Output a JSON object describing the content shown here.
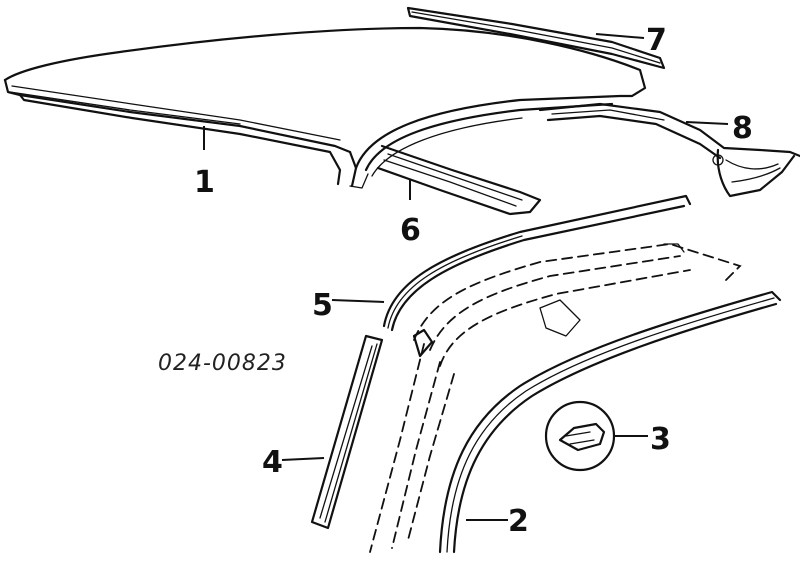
{
  "diagram": {
    "part_number": "024-00823",
    "callouts": [
      {
        "id": "c1",
        "label": "1"
      },
      {
        "id": "c2",
        "label": "2"
      },
      {
        "id": "c3",
        "label": "3"
      },
      {
        "id": "c4",
        "label": "4"
      },
      {
        "id": "c5",
        "label": "5"
      },
      {
        "id": "c6",
        "label": "6"
      },
      {
        "id": "c7",
        "label": "7"
      },
      {
        "id": "c8",
        "label": "8"
      }
    ]
  }
}
